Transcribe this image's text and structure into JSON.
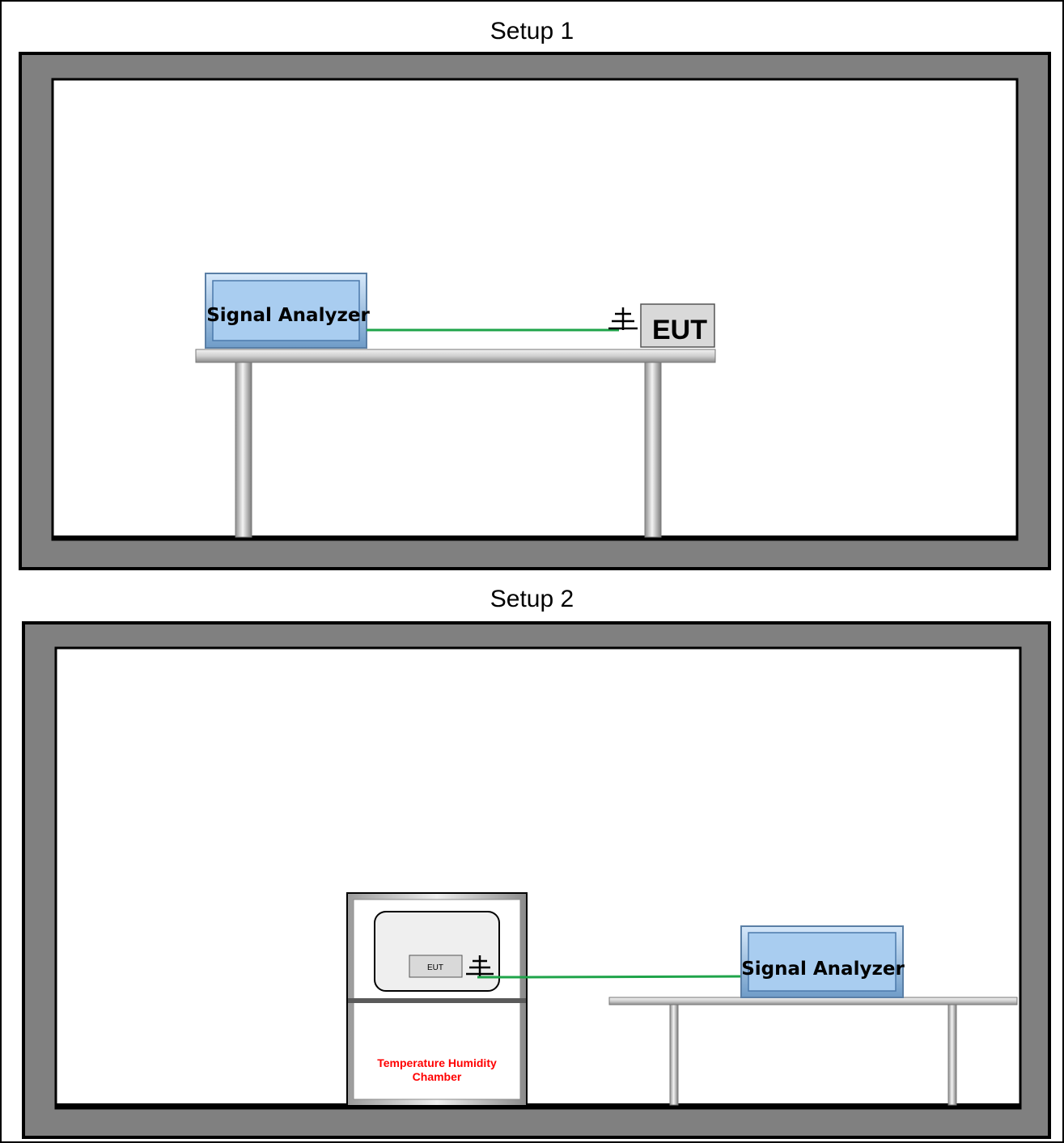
{
  "setup1": {
    "title": "Setup 1",
    "analyzer_label": "Signal Analyzer",
    "eut_label": "EUT"
  },
  "setup2": {
    "title": "Setup 2",
    "analyzer_label": "Signal Analyzer",
    "eut_label": "EUT",
    "chamber_label_line1": "Temperature Humidity",
    "chamber_label_line2": "Chamber"
  },
  "colors": {
    "room_wall": "#808080",
    "analyzer_fill": "#a9cdf0",
    "cable": "#1fa44a",
    "chamber_label": "#ff0000",
    "eut_fill": "#d9d9d9"
  }
}
